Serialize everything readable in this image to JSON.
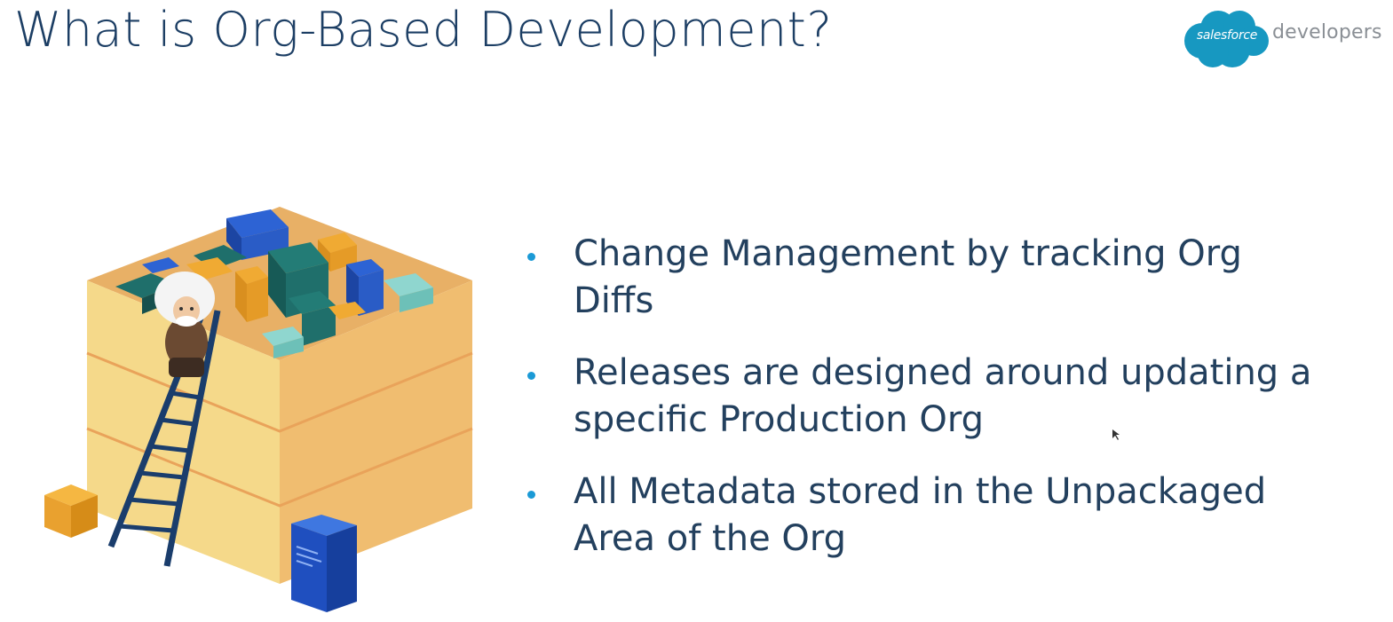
{
  "slide": {
    "title": "What is Org-Based Development?",
    "logo": {
      "wordmark": "salesforce",
      "suffix": "developers",
      "cloud_color": "#1798c1"
    },
    "bullets": [
      {
        "text": "Change Management by tracking Org Diffs"
      },
      {
        "text": "Releases are designed around updating a specific Production Org"
      },
      {
        "text": "All Metadata stored in the Unpackaged Area of the Org"
      }
    ],
    "illustration_icon": "box-of-blocks-with-ladder-and-einstein-icon",
    "colors": {
      "title": "#1c3e64",
      "bullet_dot": "#1b9ad6",
      "box": "#f2c46f",
      "teal_block": "#1d6e6a",
      "blue_block": "#1a52c2",
      "orange_block": "#e8a12c"
    }
  }
}
